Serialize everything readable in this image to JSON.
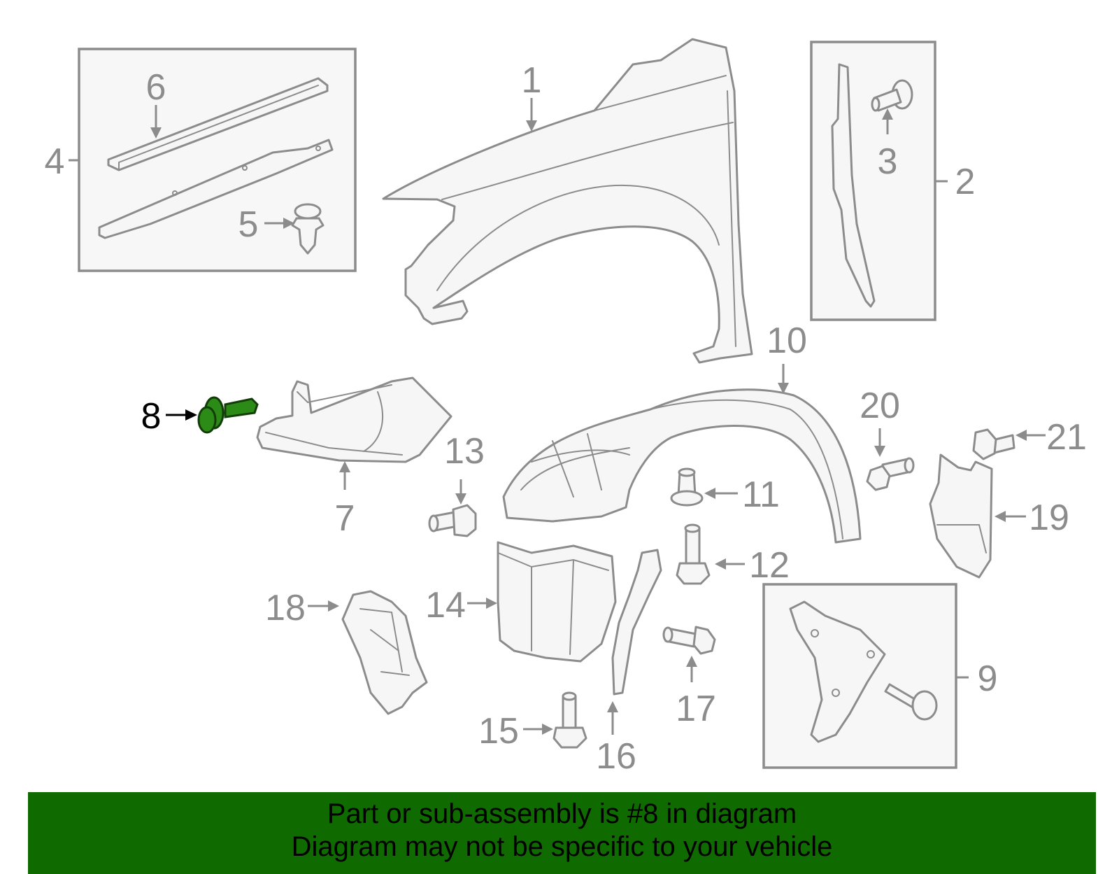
{
  "diagram": {
    "highlighted_part": "8",
    "highlight_color": "#2c8a16",
    "line_color": "#8c8c8c",
    "callouts": {
      "c1": "1",
      "c2": "2",
      "c3": "3",
      "c4": "4",
      "c5": "5",
      "c6": "6",
      "c7": "7",
      "c8": "8",
      "c9": "9",
      "c10": "10",
      "c11": "11",
      "c12": "12",
      "c13": "13",
      "c14": "14",
      "c15": "15",
      "c16": "16",
      "c17": "17",
      "c18": "18",
      "c19": "19",
      "c20": "20",
      "c21": "21"
    }
  },
  "banner": {
    "line1": "Part or sub-assembly is #8 in diagram",
    "line2": "Diagram may not be specific to your vehicle",
    "background": "#0f6b00"
  }
}
